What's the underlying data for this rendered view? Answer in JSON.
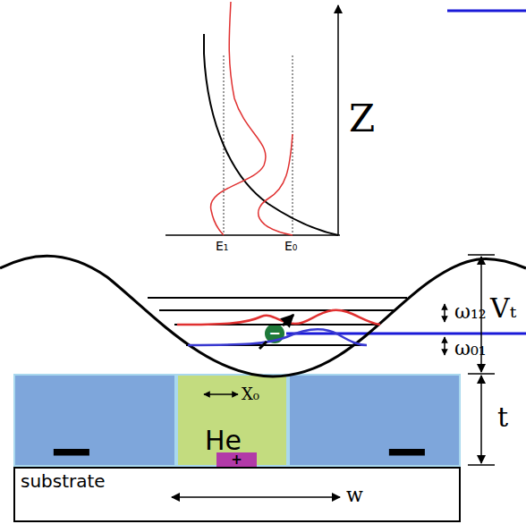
{
  "diagram": {
    "nodes": [
      {
        "text": [
          "−"
        ]
      },
      {
        "text": [
          "−"
        ]
      },
      {
        "text": [
          "He"
        ]
      },
      {
        "text": [
          "+"
        ],
        "in": 2
      },
      {
        "text": [
          "−"
        ]
      },
      {
        "text": [
          "substrate"
        ]
      }
    ],
    "labels": [
      "Z",
      "E₁",
      "E₀",
      "ω₁₂",
      "Vₜ",
      "ω₀₁",
      "X₀",
      "t",
      "w"
    ]
  }
}
